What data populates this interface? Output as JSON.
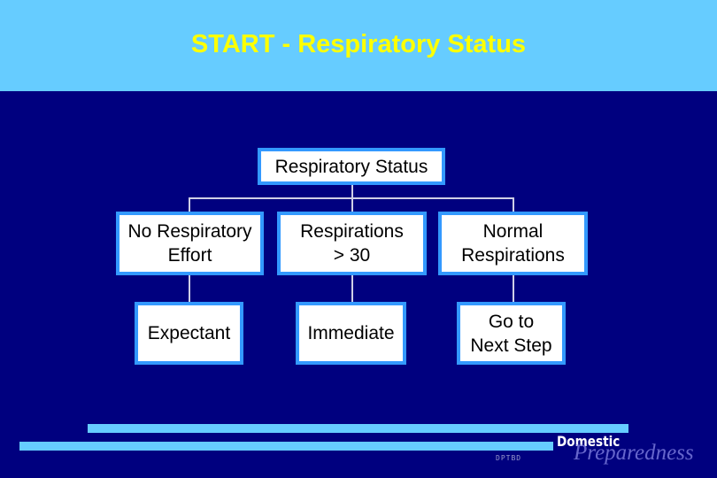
{
  "title": "START - Respiratory Status",
  "diagram": {
    "root": "Respiratory Status",
    "branches": [
      {
        "condition_line1": "No Respiratory",
        "condition_line2": "Effort",
        "outcome_line1": "Expectant",
        "outcome_line2": ""
      },
      {
        "condition_line1": "Respirations",
        "condition_line2": "> 30",
        "outcome_line1": "Immediate",
        "outcome_line2": ""
      },
      {
        "condition_line1": "Normal",
        "condition_line2": "Respirations",
        "outcome_line1": "Go to",
        "outcome_line2": "Next Step"
      }
    ]
  },
  "footer": {
    "code": "DPTBD",
    "logo_top": "Domestic",
    "logo_bottom": "Preparedness"
  },
  "colors": {
    "background": "#00007f",
    "header": "#66ccff",
    "title": "#ffff00",
    "box_border": "#3399ff"
  }
}
